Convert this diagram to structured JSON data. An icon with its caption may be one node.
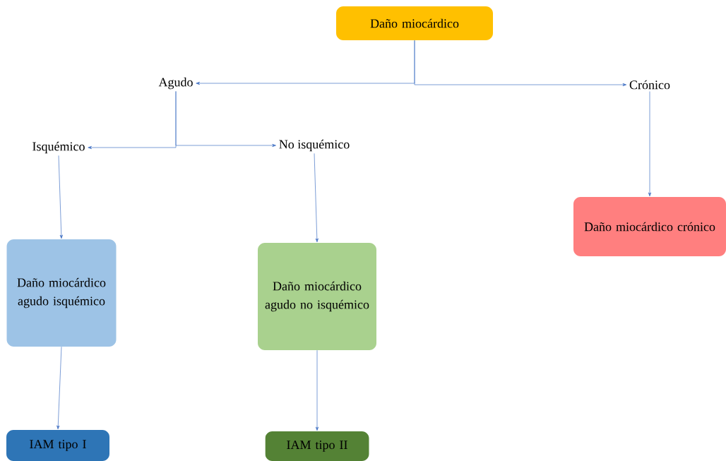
{
  "diagram": {
    "nodes": [
      {
        "text": [
          "Daño miocárdico"
        ]
      },
      {
        "text": [
          "Agudo"
        ]
      },
      {
        "text": [
          "Crónico"
        ]
      },
      {
        "text": [
          "Isquémico"
        ]
      },
      {
        "text": [
          "No isquémico"
        ]
      },
      {
        "text": [
          "Daño miocárdico crónico"
        ]
      },
      {
        "text": [
          "Daño miocárdico agudo isquémico"
        ]
      },
      {
        "text": [
          "Daño miocárdico agudo no isquémico"
        ]
      },
      {
        "text": [
          "IAM tipo I"
        ]
      },
      {
        "text": [
          "IAM tipo II"
        ]
      }
    ],
    "edges": [
      {
        "from": 0,
        "to": 1,
        "arrow": "to"
      },
      {
        "from": 0,
        "to": 2,
        "arrow": "to"
      },
      {
        "from": 1,
        "to": 3,
        "arrow": "to"
      },
      {
        "from": 1,
        "to": 4,
        "arrow": "to"
      },
      {
        "from": 2,
        "to": 5,
        "arrow": "to"
      },
      {
        "from": 3,
        "to": 6,
        "arrow": "to"
      },
      {
        "from": 4,
        "to": 7,
        "arrow": "to"
      },
      {
        "from": 6,
        "to": 8,
        "arrow": "to"
      },
      {
        "from": 7,
        "to": 9,
        "arrow": "to"
      }
    ]
  }
}
